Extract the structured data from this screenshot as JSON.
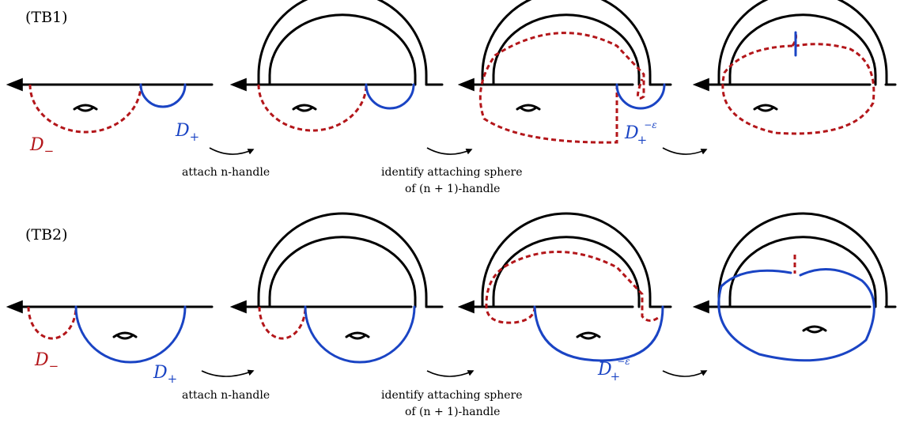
{
  "rows": [
    {
      "label": "(TB1)",
      "disk_minus": "D",
      "disk_minus_sub": "−",
      "disk_plus": "D",
      "disk_plus_sub": "+",
      "disk_plus_eps": "D",
      "disk_plus_eps_sub": "+",
      "disk_plus_eps_sup": "−ε",
      "step1": "attach n-handle",
      "step2_line1": "identify attaching sphere",
      "step2_line2": "of (n + 1)-handle"
    },
    {
      "label": "(TB2)",
      "disk_minus": "D",
      "disk_minus_sub": "−",
      "disk_plus": "D",
      "disk_plus_sub": "+",
      "disk_plus_eps": "D",
      "disk_plus_eps_sub": "+",
      "disk_plus_eps_sup": "−ε",
      "step1": "attach n-handle",
      "step2_line1": "identify attaching sphere",
      "step2_line2": "of (n + 1)-handle"
    }
  ],
  "colors": {
    "red": "#b3161a",
    "blue": "#1a44c4",
    "black": "#000000"
  }
}
